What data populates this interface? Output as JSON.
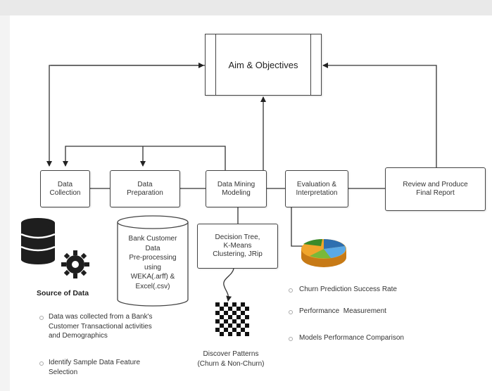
{
  "aim": "Aim & Objectives",
  "stages": [
    {
      "label": "Data\nCollection"
    },
    {
      "label": "Data\nPreparation"
    },
    {
      "label": "Data Mining\nModeling"
    },
    {
      "label": "Evaluation &\nInterpretation"
    },
    {
      "label": "Review and Produce\nFinal Report"
    }
  ],
  "source": {
    "title": "Source of Data",
    "bullets": [
      "Data was collected from a Bank's\nCustomer Transactional activities\nand Demographics",
      "Identify Sample Data Feature\nSelection"
    ]
  },
  "preparation_note": "Bank Customer\nData\nPre-processing\nusing\nWEKA(.arff) &\nExcel(.csv)",
  "models_note": "Decision Tree,\nK-Means\nClustering, JRip",
  "discover": "Discover Patterns\n(Churn & Non-Churn)",
  "evaluation_bullets": [
    "Churn Prediction Success Rate",
    "Performance  Measurement",
    "Models Performance Comparison"
  ]
}
